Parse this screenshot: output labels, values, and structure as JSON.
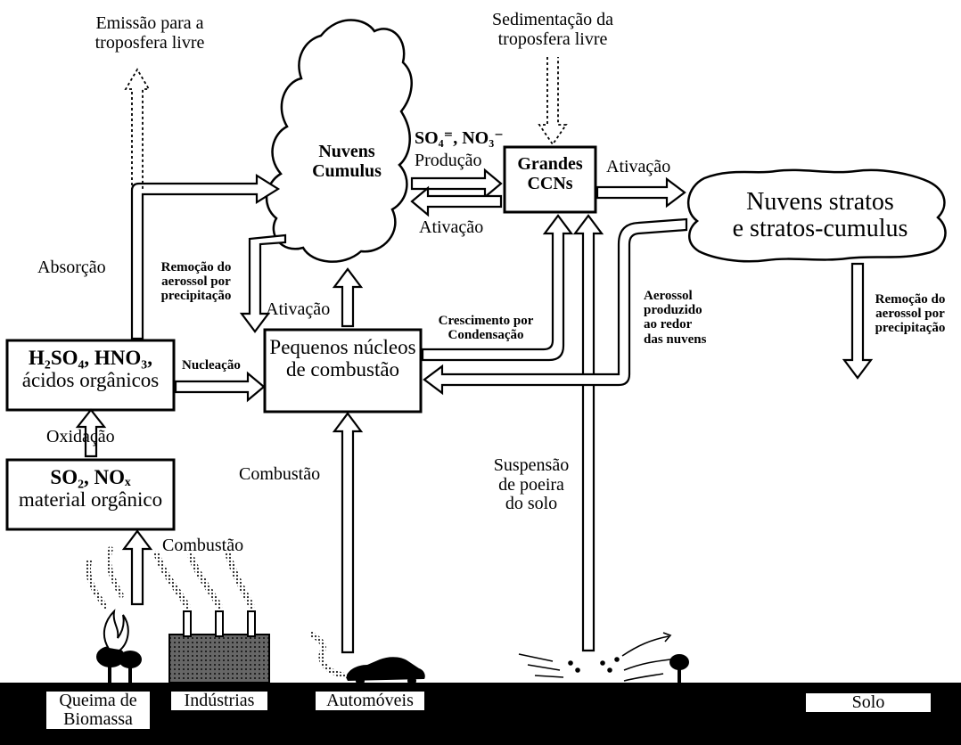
{
  "top": {
    "emissao": [
      "Emissão para a",
      "troposfera livre"
    ],
    "sedimentacao": [
      "Sedimentação da",
      "troposfera livre"
    ]
  },
  "clouds": {
    "cumulus": [
      "Nuvens",
      "Cumulus"
    ],
    "stratos": [
      "Nuvens stratos",
      "e stratos-cumulus"
    ]
  },
  "boxes": {
    "grandes_ccn": [
      "Grandes",
      "CCNs"
    ],
    "acidos": {
      "line1": "H₂SO₄, HNO₃,",
      "line2": "ácidos orgânicos"
    },
    "precursores": {
      "line1": "SO₂, NOₓ",
      "line2": "material orgânico"
    },
    "pequenos": [
      "Pequenos núcleos",
      "de combustão"
    ]
  },
  "processes": {
    "so4_no3": "SO₄⁼, NO₃⁻",
    "producao": "Produção",
    "ativacao_ccn_stratos": "Ativação",
    "ativacao_ccn_cumulus": "Ativação",
    "ativacao_pequenos": "Ativação",
    "absorcao": "Absorção",
    "remocao_esq": [
      "Remoção do",
      "aerossol por",
      "precipitação"
    ],
    "remocao_dir": [
      "Remoção do",
      "aerossol por",
      "precipitação"
    ],
    "crescimento": [
      "Crescimento por",
      "Condensação"
    ],
    "aerossol_nuvens": [
      "Aerossol",
      "produzido",
      "ao redor",
      "das nuvens"
    ],
    "nucleacao": "Nucleação",
    "oxidacao": "Oxidação",
    "combustao_topo": "Combustão",
    "combustao_meio": "Combustão",
    "suspensao": [
      "Suspensão",
      "de poeira",
      "do solo"
    ]
  },
  "ground": {
    "queima": [
      "Queima de",
      "Biomassa"
    ],
    "industrias": "Indústrias",
    "automoveis": "Automóveis",
    "solo": "Solo"
  }
}
